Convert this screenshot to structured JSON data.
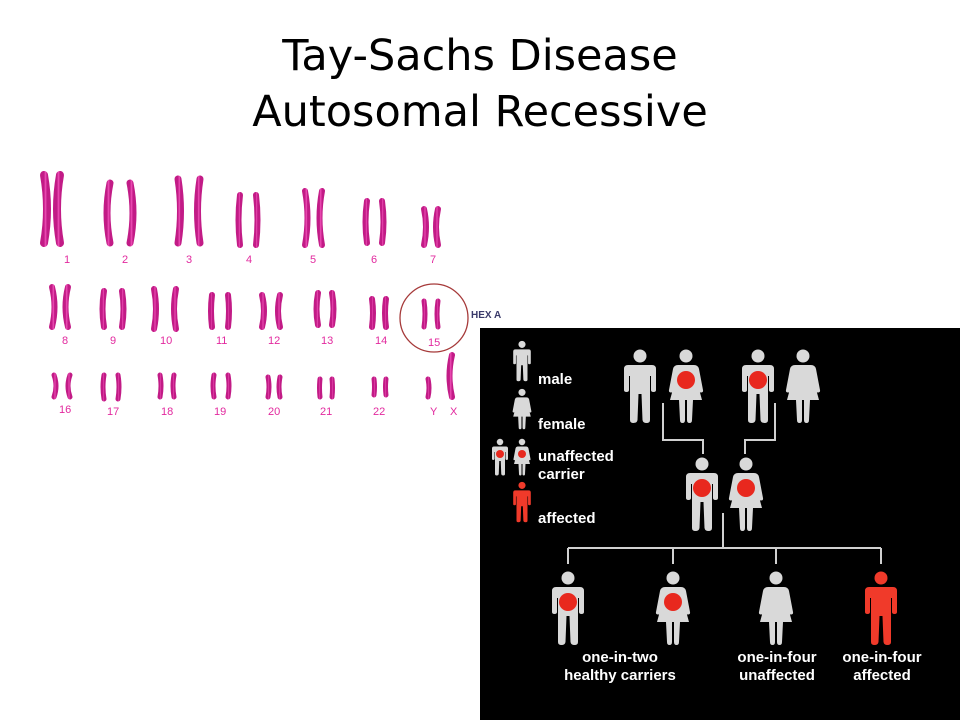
{
  "slide": {
    "title_line1": "Tay-Sachs Disease",
    "title_line2": "Autosomal Recessive"
  },
  "karyotype": {
    "chromosome_labels": [
      "1",
      "2",
      "3",
      "4",
      "5",
      "6",
      "7",
      "8",
      "9",
      "10",
      "11",
      "12",
      "13",
      "14",
      "15",
      "16",
      "17",
      "18",
      "19",
      "20",
      "21",
      "22",
      "Y",
      "X"
    ],
    "highlighted_chromosome": "15",
    "gene_label": "HEX A",
    "chromosome_color": "#e2299e"
  },
  "pedigree": {
    "legend": {
      "male": "male",
      "female": "female",
      "carrier_line1": "unaffected",
      "carrier_line2": "carrier",
      "affected": "affected"
    },
    "captions": {
      "carriers_line1": "one-in-two",
      "carriers_line2": "healthy carriers",
      "unaffected_line1": "one-in-four",
      "unaffected_line2": "unaffected",
      "affected_line1": "one-in-four",
      "affected_line2": "affected"
    },
    "colors": {
      "figure": "#d9d9d9",
      "carrier_dot": "#e8281e",
      "affected": "#f03a2a",
      "background": "#000000"
    }
  }
}
